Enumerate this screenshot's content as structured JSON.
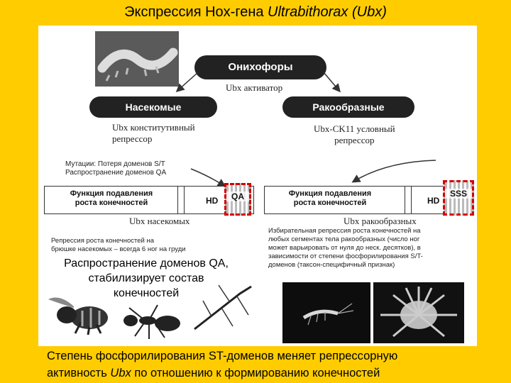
{
  "title": {
    "prefix": "Экспрессия Hox-гена ",
    "gene": "Ultrabithorax (Ubx)"
  },
  "diagram": {
    "top_node": "Онихофоры",
    "top_sub": "Ubx активатор",
    "left_node": "Насекомые",
    "left_sub_line1": "Ubx конститутивный",
    "left_sub_line2": "репрессор",
    "right_node": "Ракообразные",
    "right_sub_line1": "Ubx-CK11 условный",
    "right_sub_line2": "репрессор",
    "mutations_line1": "Мутации: Потеря доменов S/T",
    "mutations_line2": "Распространение доменов QA",
    "left_bar_label_line1": "Функция подавления",
    "left_bar_label_line2": "роста конечностей",
    "left_hd": "HD",
    "left_domain": "QA",
    "left_bar_caption": "Ubx насекомых",
    "right_bar_label_line1": "Функция подавления",
    "right_bar_label_line2": "роста конечностей",
    "right_hd": "HD",
    "right_domain": "SSS",
    "right_bar_caption": "Ubx ракообразных",
    "left_note_line1": "Репрессия роста конечностей на",
    "left_note_line2": "брюшке насекомых – всегда 6 ног на груди",
    "right_note_line1": "Избирательная репрессия роста конечностей на",
    "right_note_line2": "любых сегментах тела ракообразных (число ног",
    "right_note_line3": "может варьировать от нуля до неск. десятков), в",
    "right_note_line4": "зависимости от степени фосфорилирования S/T-",
    "right_note_line5": "доменов (таксон-специфичный признак)"
  },
  "overlay": {
    "line1": "Распространение доменов QA,",
    "line2": "стабилизирует состав",
    "line3": "конечностей"
  },
  "bottom": {
    "line1": "Степень фосфорилирования ST-доменов меняет репрессорную",
    "line2_prefix": "активность ",
    "line2_gene": "Ubx",
    "line2_suffix": " по отношению к формированию конечностей"
  },
  "colors": {
    "background": "#FFCC00",
    "node": "#222222",
    "highlight": "#D40000"
  }
}
